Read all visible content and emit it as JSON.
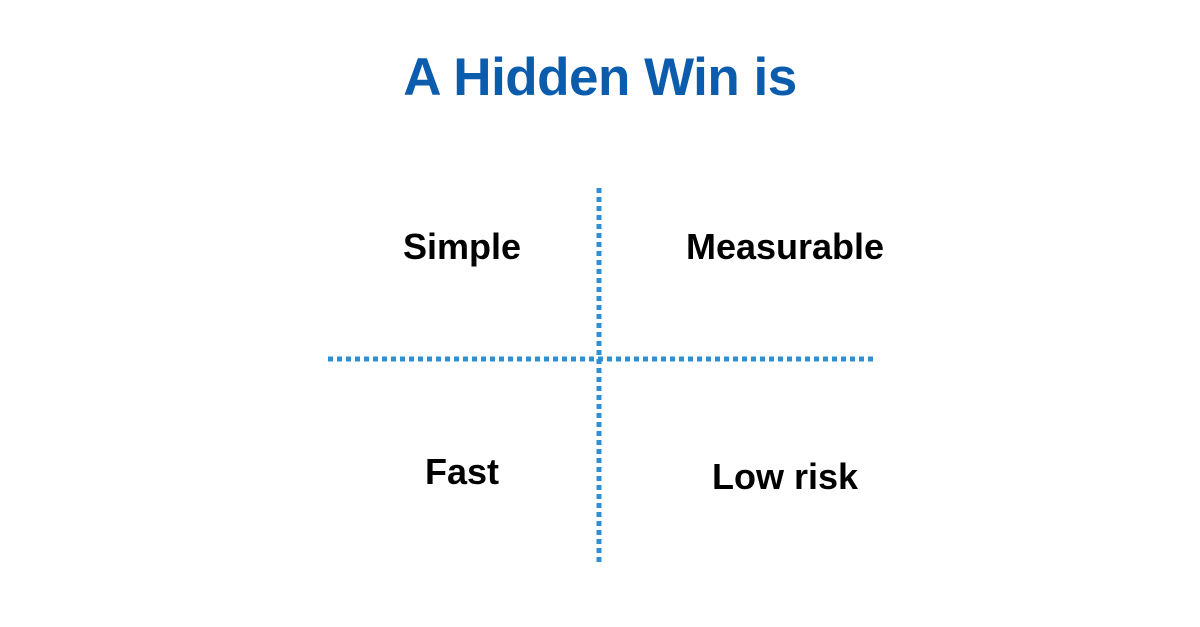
{
  "title": "A Hidden Win is",
  "quadrants": {
    "top_left": "Simple",
    "top_right": "Measurable",
    "bottom_left": "Fast",
    "bottom_right": "Low risk"
  },
  "colors": {
    "title": "#0b5cad",
    "label": "#000000",
    "divider": "#2f8fd3",
    "background": "#ffffff"
  }
}
